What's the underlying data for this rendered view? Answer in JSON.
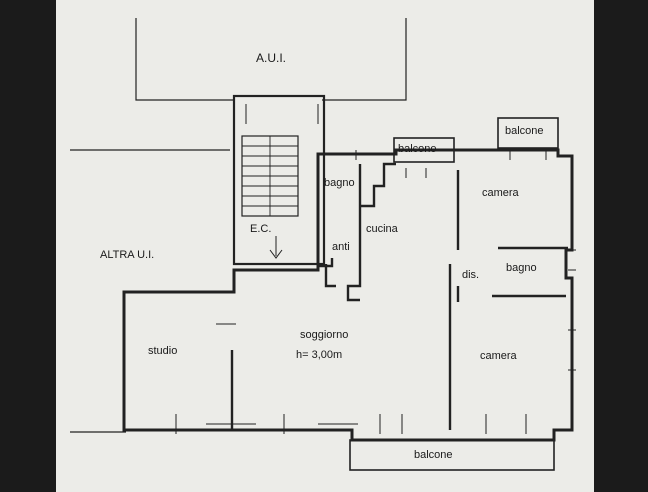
{
  "plan": {
    "adjacent_units": {
      "top": "A.U.I.",
      "left": "ALTRA U.I."
    },
    "rooms": {
      "stair": "E.C.",
      "bathroom_1": "bagno",
      "kitchen": "cucina",
      "closet": "anti",
      "bedroom_1": "camera",
      "hall": "dis.",
      "bathroom_2": "bagno",
      "study": "studio",
      "living": "soggiorno",
      "living_height": "h= 3,00m",
      "bedroom_2": "camera"
    },
    "balconies": {
      "kitchen": "balcone",
      "bedroom": "balcone",
      "front": "balcone"
    }
  }
}
